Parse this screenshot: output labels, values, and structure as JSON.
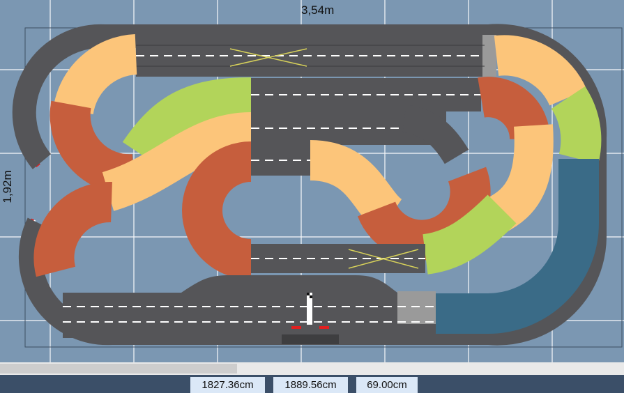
{
  "plan": {
    "width_label": "3,54m",
    "height_label": "1,92m"
  },
  "colors": {
    "background": "#7b97b2",
    "grid": "#ffffff",
    "asphalt": "#555558",
    "tan_pieces": "#fcc57a",
    "rust_pieces": "#c65e3d",
    "lime_pieces": "#b2d45a",
    "teal_pieces": "#3a6b87",
    "curb_red": "#e02020",
    "curb_white": "#ffffff"
  },
  "scrollbar": {
    "thumb_fraction": 0.38
  },
  "status": {
    "x_value": "1827.36cm",
    "y_value": "1889.56cm",
    "z_value": "69.00cm"
  }
}
